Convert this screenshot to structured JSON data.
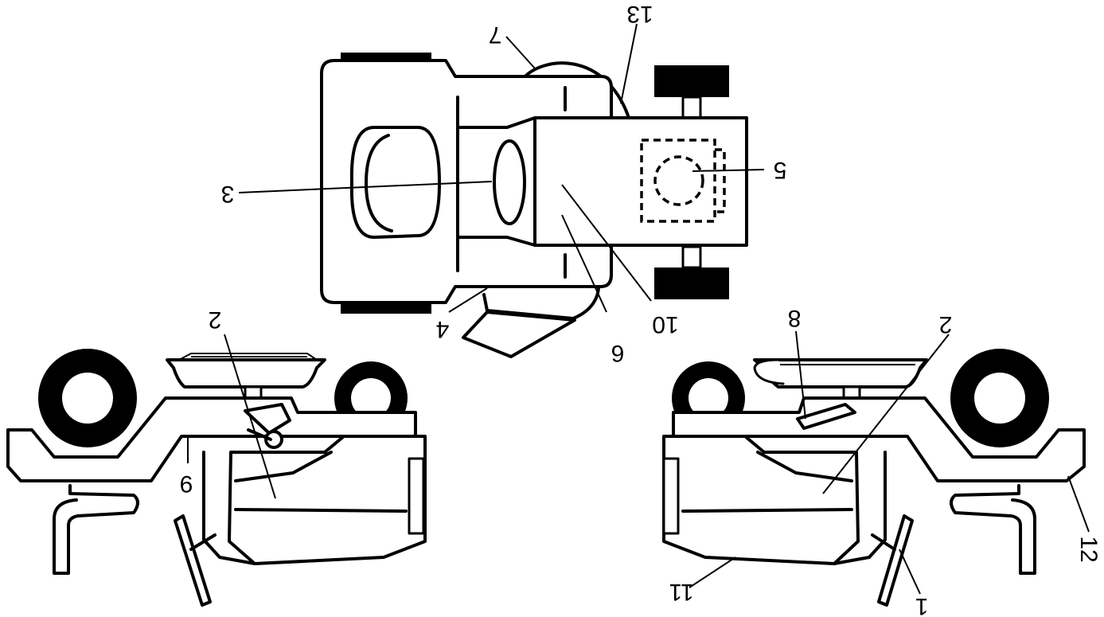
{
  "labels": {
    "l1": "1",
    "l2a": "2",
    "l2b": "2",
    "l3": "3",
    "l4": "4",
    "l5": "5",
    "l6": "6",
    "l7": "7",
    "l8": "8",
    "l9": "9",
    "l10": "10",
    "l11": "11",
    "l12": "12",
    "l13": "13"
  },
  "colors": {
    "line": "#000000",
    "background": "#ffffff"
  }
}
